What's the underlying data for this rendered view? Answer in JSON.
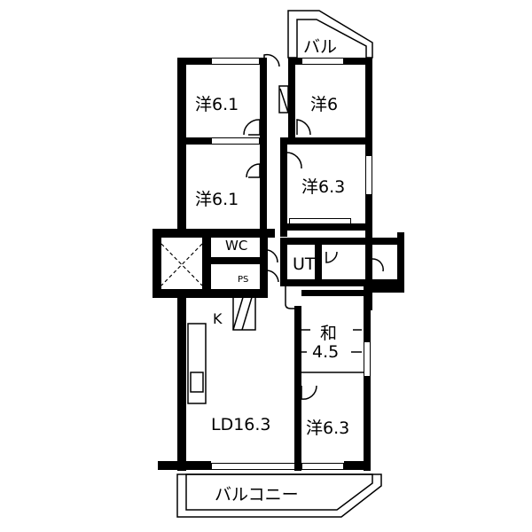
{
  "floorplan": {
    "rooms": [
      {
        "id": "western-1",
        "label": "洋6.1"
      },
      {
        "id": "western-2",
        "label": "洋6"
      },
      {
        "id": "western-3",
        "label": "洋6.1"
      },
      {
        "id": "western-4",
        "label": "洋6.3"
      },
      {
        "id": "wc",
        "label": "WC"
      },
      {
        "id": "ps",
        "label": "PS"
      },
      {
        "id": "ut",
        "label": "UT"
      },
      {
        "id": "kitchen",
        "label": "K"
      },
      {
        "id": "japanese-room",
        "label": "和",
        "size": "4.5"
      },
      {
        "id": "ld",
        "label": "LD16.3"
      },
      {
        "id": "western-5",
        "label": "洋6.3"
      }
    ],
    "balconies": [
      {
        "id": "balcony-top",
        "label": "バル"
      },
      {
        "id": "balcony-bottom",
        "label": "バルコニー"
      }
    ]
  }
}
